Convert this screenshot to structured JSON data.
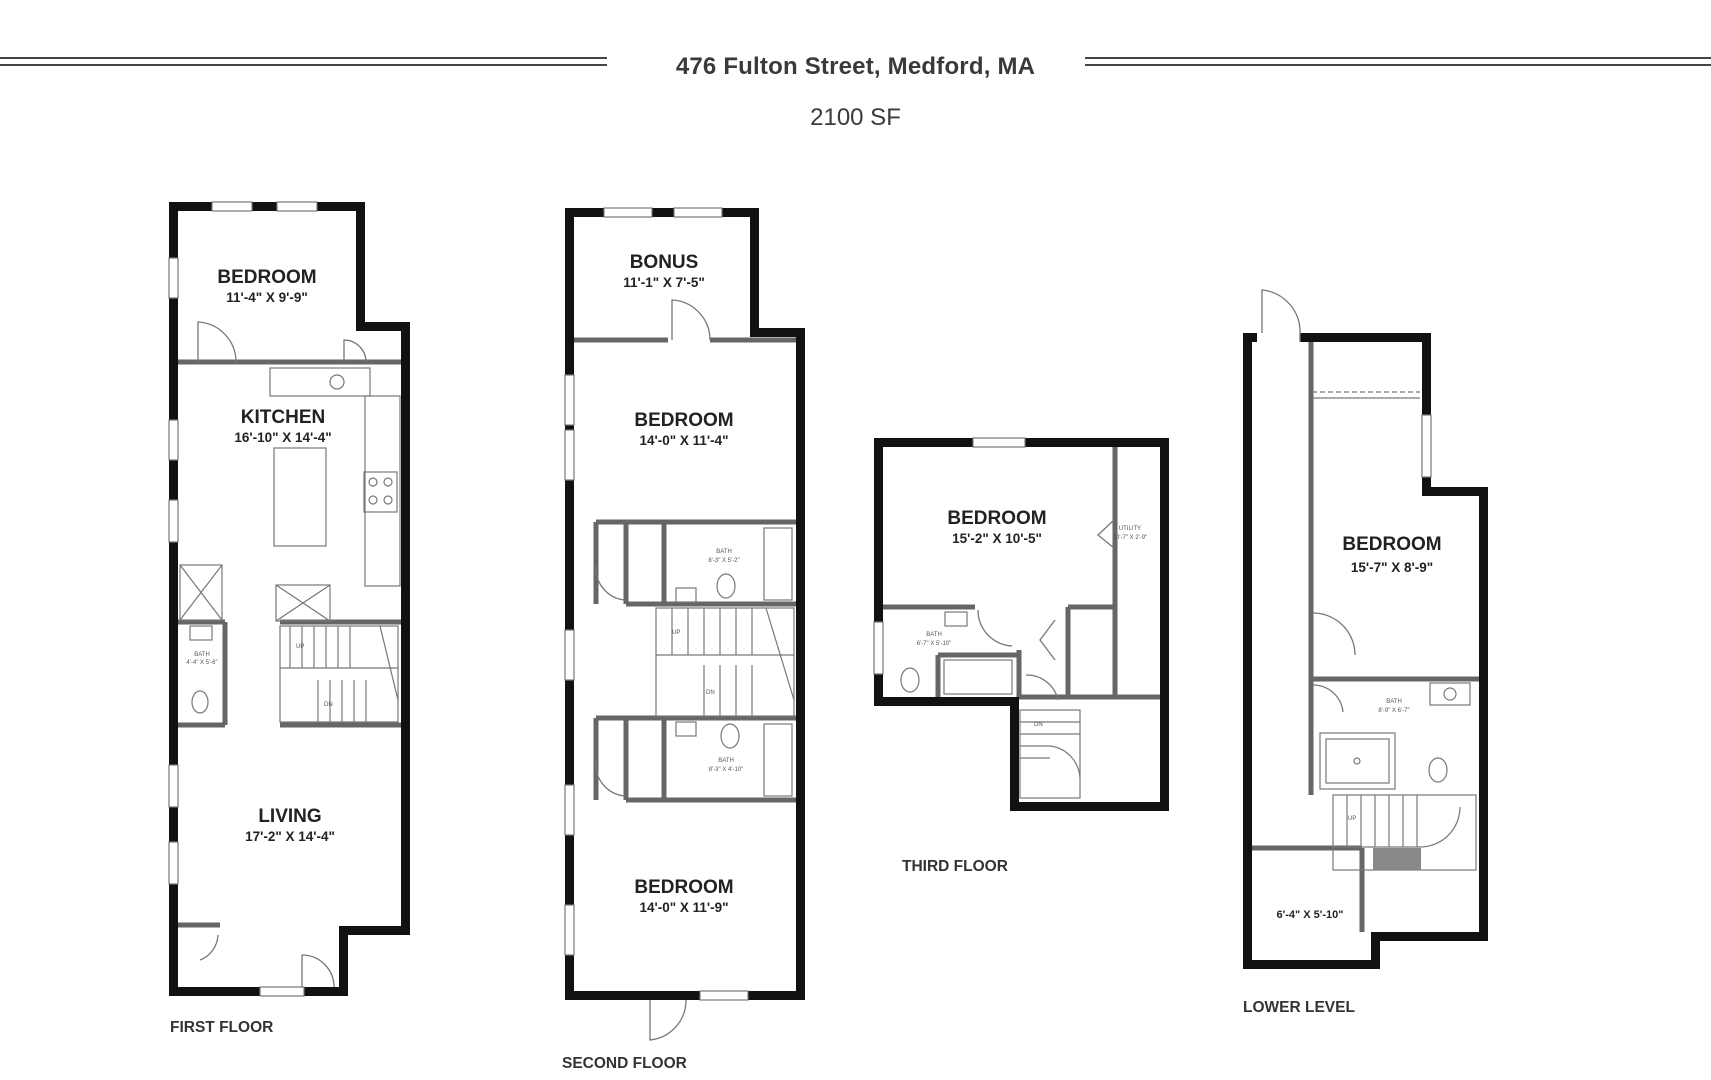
{
  "header": {
    "address": "476 Fulton Street, Medford, MA",
    "area": "2100 SF"
  },
  "floors": {
    "first": {
      "label": "FIRST FLOOR",
      "rooms": [
        {
          "name": "BEDROOM",
          "dims": "11'-4\" X 9'-9\""
        },
        {
          "name": "KITCHEN",
          "dims": "16'-10\" X 14'-4\""
        },
        {
          "name": "LIVING",
          "dims": "17'-2\" X 14'-4\""
        }
      ],
      "small": [
        {
          "name": "BATH",
          "dims": "4'-4\" X 5'-6\""
        },
        {
          "name": "UP"
        },
        {
          "name": "DN"
        }
      ]
    },
    "second": {
      "label": "SECOND FLOOR",
      "rooms": [
        {
          "name": "BONUS",
          "dims": "11'-1\" X 7'-5\""
        },
        {
          "name": "BEDROOM",
          "dims": "14'-0\" X 11'-4\""
        },
        {
          "name": "BEDROOM",
          "dims": "14'-0\" X 11'-9\""
        }
      ],
      "small": [
        {
          "name": "BATH",
          "dims": "8'-3\" X 5'-2\""
        },
        {
          "name": "BATH",
          "dims": "8'-3\" X 4'-10\""
        },
        {
          "name": "UP"
        },
        {
          "name": "DN"
        }
      ]
    },
    "third": {
      "label": "THIRD FLOOR",
      "rooms": [
        {
          "name": "BEDROOM",
          "dims": "15'-2\" X 10'-5\""
        }
      ],
      "small": [
        {
          "name": "BATH",
          "dims": "6'-7\" X 5'-10\""
        },
        {
          "name": "UTILITY",
          "dims": "10'-7\" X 2'-9\""
        },
        {
          "name": "DN"
        }
      ]
    },
    "lower": {
      "label": "LOWER LEVEL",
      "rooms": [
        {
          "name": "BEDROOM",
          "dims": "15'-7\" X 8'-9\""
        },
        {
          "dims": "6'-4\" X 5'-10\""
        }
      ],
      "small": [
        {
          "name": "BATH",
          "dims": "8'-9\" X 6'-7\""
        },
        {
          "name": "UP"
        }
      ]
    }
  }
}
